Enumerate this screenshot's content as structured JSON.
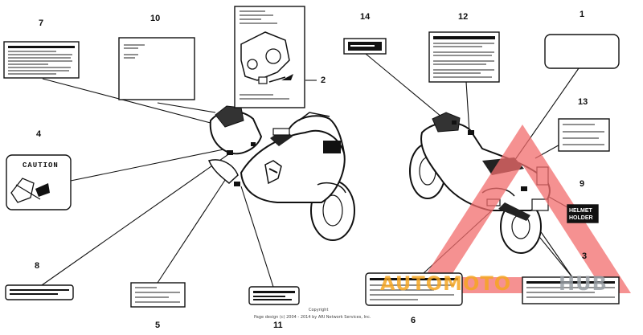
{
  "callouts": {
    "c1": "1",
    "c2": "2",
    "c3": "3",
    "c4": "4",
    "c5": "5",
    "c6": "6",
    "c7": "7",
    "c8": "8",
    "c9": "9",
    "c10": "10",
    "c11": "11",
    "c12": "12",
    "c13": "13",
    "c14": "14"
  },
  "labels": {
    "caution": "CAUTION",
    "helmet_line1": "HELMET",
    "helmet_line2": "HOLDER"
  },
  "copyright": {
    "line1": "Copyright",
    "line2": "Page design (c) 2004 - 2014 by ARI Network Services, Inc."
  },
  "watermark": {
    "text_orange": "AUTOMOTO",
    "text_gray": "HUB",
    "colors": {
      "triangle": "#f26c6c",
      "orange": "#f5a623",
      "gray": "#9aa0a6"
    }
  }
}
